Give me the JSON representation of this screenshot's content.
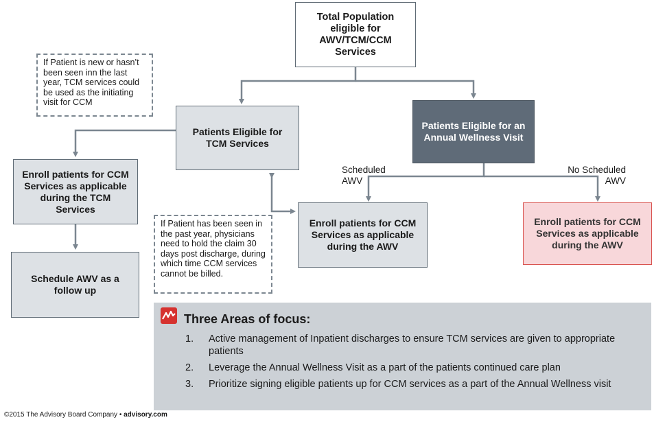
{
  "boxes": {
    "total": "Total Population eligible for AWV/TCM/CCM Services",
    "tcm_eligible": "Patients Eligible for TCM Services",
    "awv_eligible": "Patients Eligible for an Annual Wellness Visit",
    "enroll_tcm": "Enroll patients for CCM Services as applicable during the TCM Services",
    "schedule_awv": "Schedule AWV as a follow up",
    "enroll_awv_scheduled": "Enroll patients for CCM Services as applicable during the AWV",
    "enroll_awv_no_scheduled": "Enroll patients for CCM Services as applicable during the AWV"
  },
  "notes": {
    "new_patient": "If Patient is new or hasn’t been seen inn the last year, TCM services could be used as the initiating visit for CCM",
    "seen_past_year": "If Patient has been seen in the past year, physicians need to hold the claim 30 days post discharge, during which time CCM services cannot be billed."
  },
  "labels": {
    "scheduled_line1": "Scheduled",
    "scheduled_line2": "AWV",
    "no_scheduled_line1": "No Scheduled",
    "no_scheduled_line2": "AWV"
  },
  "focus": {
    "title": "Three Areas of focus:",
    "items": [
      {
        "num": "1.",
        "text": "Active management of Inpatient discharges to ensure TCM services are given to appropriate patients"
      },
      {
        "num": "2.",
        "text": "Leverage the Annual Wellness Visit as a part of the patients continued care plan"
      },
      {
        "num": "3.",
        "text": "Prioritize signing eligible patients up for CCM services as a part of the Annual Wellness visit"
      }
    ]
  },
  "footer": {
    "copyright": "©2015 The Advisory Board Company • ",
    "site": "advisory.com"
  },
  "colors": {
    "connector": "#7b8690",
    "dark_box": "#5f6b78",
    "gray_box": "#dde1e5",
    "pink_box": "#f8d7da",
    "pink_border": "#d9534f",
    "focus_panel": "#ccd1d6",
    "logo": "#d6322f"
  }
}
